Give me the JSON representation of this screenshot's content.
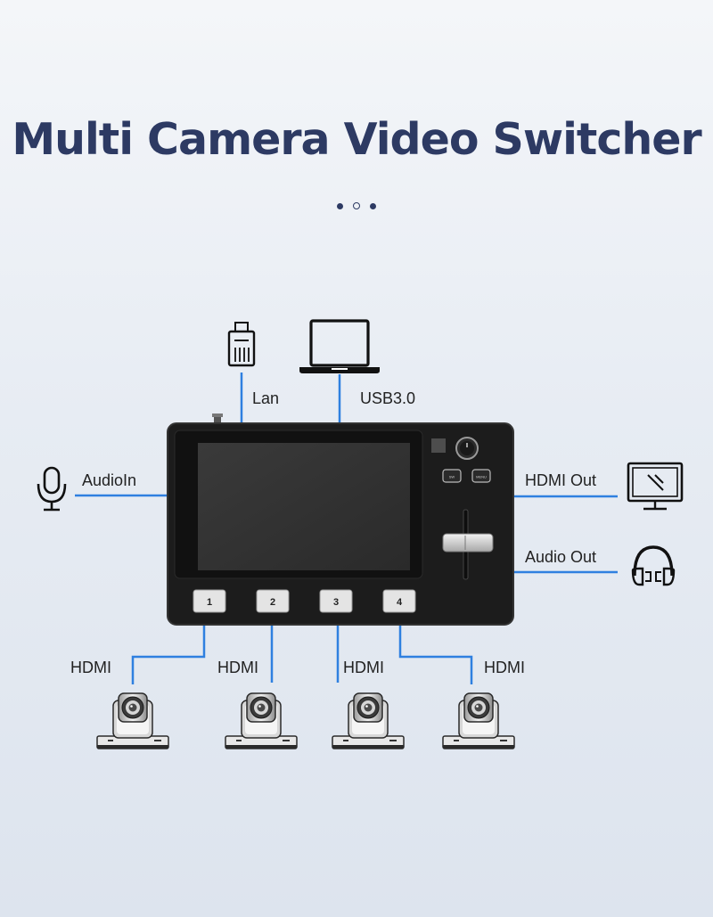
{
  "title": "Multi Camera Video Switcher",
  "pager": {
    "count": 3,
    "active_index": 1
  },
  "connections": {
    "lan": "Lan",
    "usb": "USB3.0",
    "audio_in": "AudioIn",
    "hdmi_out": "HDMI Out",
    "audio_out": "Audio Out"
  },
  "device": {
    "buttons": [
      "1",
      "2",
      "3",
      "4"
    ],
    "sw_label": "SW",
    "menu_label": "MENU"
  },
  "cameras": [
    {
      "label": "HDMI"
    },
    {
      "label": "HDMI"
    },
    {
      "label": "HDMI"
    },
    {
      "label": "HDMI"
    }
  ],
  "icons": [
    "ethernet-plug-icon",
    "laptop-icon",
    "microphone-icon",
    "monitor-icon",
    "headphones-icon",
    "ptz-camera-icon"
  ],
  "colors": {
    "title": "#2d3a63",
    "connector_line": "#2f80e0",
    "device_body": "#1b1b1b"
  }
}
